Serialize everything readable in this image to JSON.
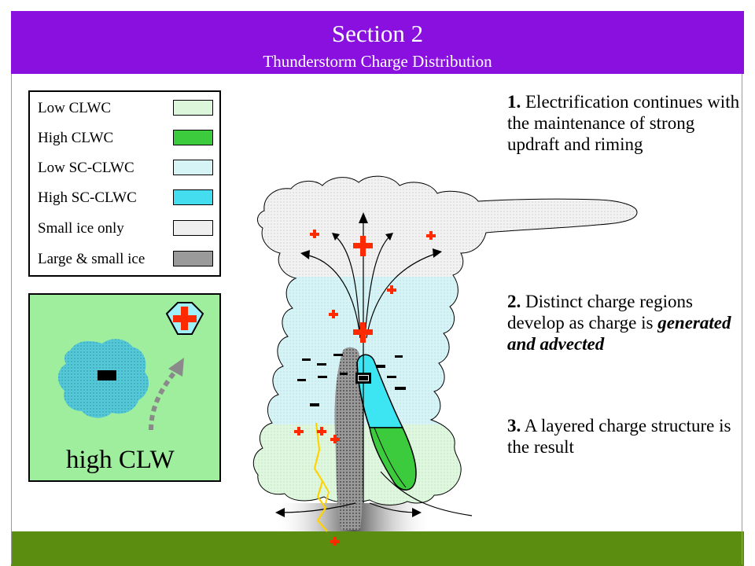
{
  "header": {
    "title": "Section 2",
    "subtitle": "Thunderstorm Charge Distribution"
  },
  "legend": {
    "items": [
      {
        "label": "Low CLWC",
        "fill": "#dcf6dc",
        "pattern": "dots-light"
      },
      {
        "label": "High CLWC",
        "fill": "#3ccb3c",
        "pattern": "dots-green"
      },
      {
        "label": "Low SC-CLWC",
        "fill": "#d6f3f6",
        "pattern": "dots-light"
      },
      {
        "label": "High SC-CLWC",
        "fill": "#44ddf0",
        "pattern": "dots-cyan"
      },
      {
        "label": "Small ice only",
        "fill": "#efefef",
        "pattern": "dots-gray"
      },
      {
        "label": "Large & small ice",
        "fill": "#9a9a9a",
        "pattern": "dots-dark"
      }
    ]
  },
  "inset": {
    "label": "high CLW",
    "background": "#9eee9e"
  },
  "steps": [
    {
      "number": "1.",
      "text": "Electrification continues with the maintenance of strong updraft and riming",
      "emphasis": ""
    },
    {
      "number": "2.",
      "text": "Distinct charge regions develop as charge is ",
      "emphasis": "generated and advected"
    },
    {
      "number": "3.",
      "text": "A layered charge structure is the result",
      "emphasis": ""
    }
  ],
  "colors": {
    "title_bar": "#8a10e0",
    "ground": "#5a8d10",
    "positive_charge": "#ff2a00",
    "negative_charge": "#000000",
    "lightning": "#ffd200",
    "anvil": "#efefef",
    "cyan_zone": "#d6f3f6",
    "green_zone": "#dcf6dc"
  }
}
